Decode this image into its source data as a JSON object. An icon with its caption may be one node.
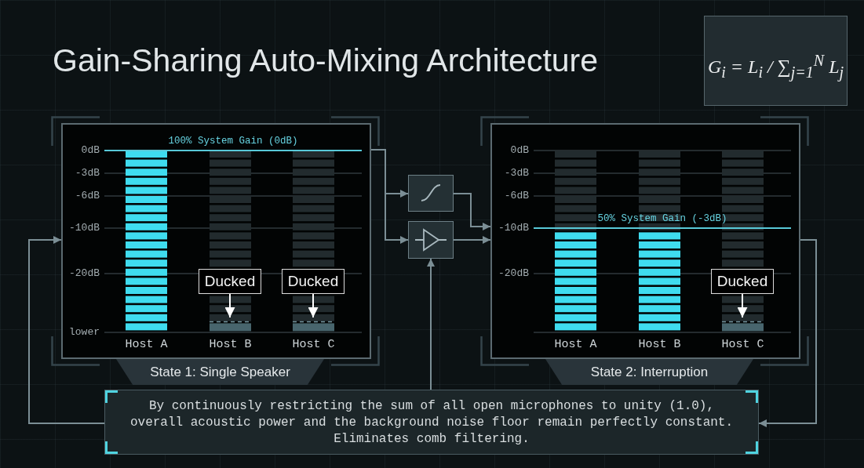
{
  "diagram": {
    "title": "Gain-Sharing Auto-Mixing Architecture",
    "nodes": [
      {
        "text": [
          "G$_{i}$ = L$_{i}$ / ∑$_{j=1}$$^{N}$ L$_{j}$"
        ]
      },
      {
        "text": [
          "State 1: Single Speaker"
        ]
      },
      {
        "text": [
          "Ducked"
        ],
        "in": 1
      },
      {
        "text": [
          "Ducked"
        ],
        "in": 1
      },
      {
        "text": [],
        "shape": "box"
      },
      {
        "text": [],
        "shape": "box"
      },
      {
        "text": [
          "State 2: Interruption"
        ]
      },
      {
        "text": [
          "Ducked"
        ],
        "in": 6
      },
      {
        "text": [
          "By continuously restricting the sum of all open microphones to unity (1.0), overall acoustic power and the background noise floor remain perfectly constant. Eliminates comb filtering."
        ]
      }
    ],
    "edges": [
      {
        "from": 1,
        "to": 4,
        "arrow": "to"
      },
      {
        "from": 1,
        "to": 5,
        "arrow": "to"
      },
      {
        "from": 4,
        "to": 6,
        "arrow": "to"
      },
      {
        "from": 5,
        "to": 6,
        "arrow": "to"
      },
      {
        "from": 8,
        "to": 5,
        "arrow": "to"
      },
      {
        "from": 8,
        "to": 1,
        "arrow": "to"
      },
      {
        "from": 6,
        "to": 8,
        "arrow": "to"
      },
      {
        "from": 2,
        "to": null,
        "arrow": "to",
        "color": "#ffffff"
      },
      {
        "from": 3,
        "to": null,
        "arrow": "to",
        "color": "#ffffff"
      },
      {
        "from": 7,
        "to": null,
        "arrow": "to",
        "color": "#ffffff"
      }
    ],
    "labels": [
      "100% System Gain (0dB)",
      "0dB",
      "-3dB",
      "-6dB",
      "-10dB",
      "-20dB",
      "lower",
      "Host A",
      "Host B",
      "Host C",
      "0dB",
      "-3dB",
      "-6dB",
      "50% System Gain (-3dB)",
      "-10dB",
      "-20dB",
      "Host A",
      "Host B",
      "Host C"
    ]
  }
}
